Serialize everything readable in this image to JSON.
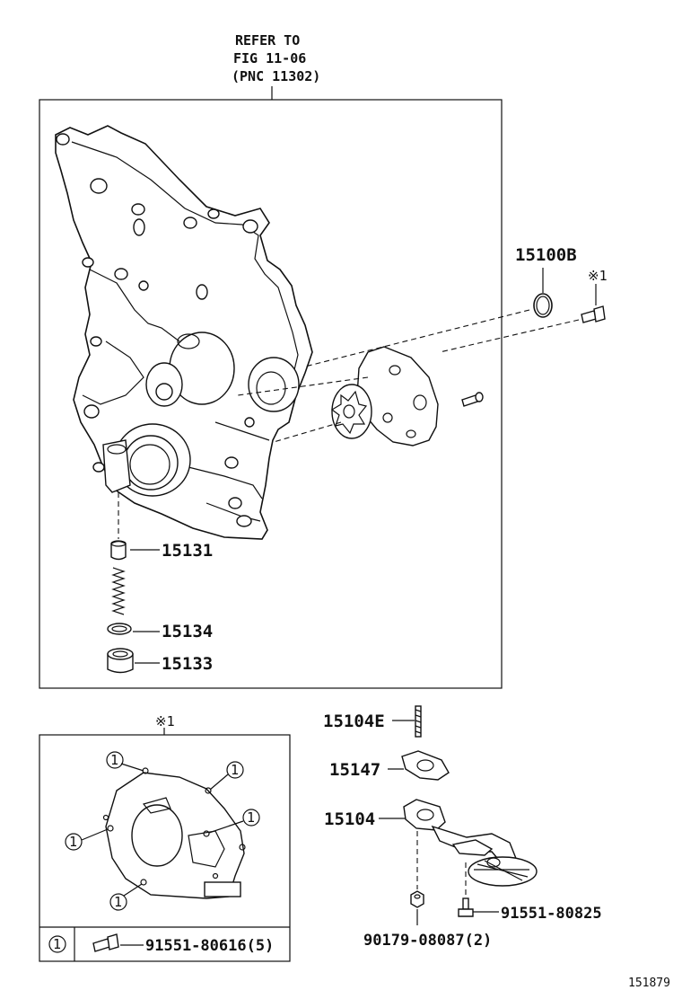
{
  "reference_note": [
    "REFER TO",
    "FIG 11-06",
    "(PNC 11302)"
  ],
  "parts": {
    "p15100B": "15100B",
    "p15131": "15131",
    "p15134": "15134",
    "p15133": "15133",
    "p15104E": "15104E",
    "p15147": "15147",
    "p15104": "15104",
    "p91551_80825": "91551-80825",
    "p90179_08087": "90179-08087(2)"
  },
  "note_mark": "※1",
  "detail": {
    "title": "※1",
    "callout": "1",
    "legend_callout": "1",
    "legend_part": "91551-80616(5)"
  },
  "figure_number": "151879"
}
